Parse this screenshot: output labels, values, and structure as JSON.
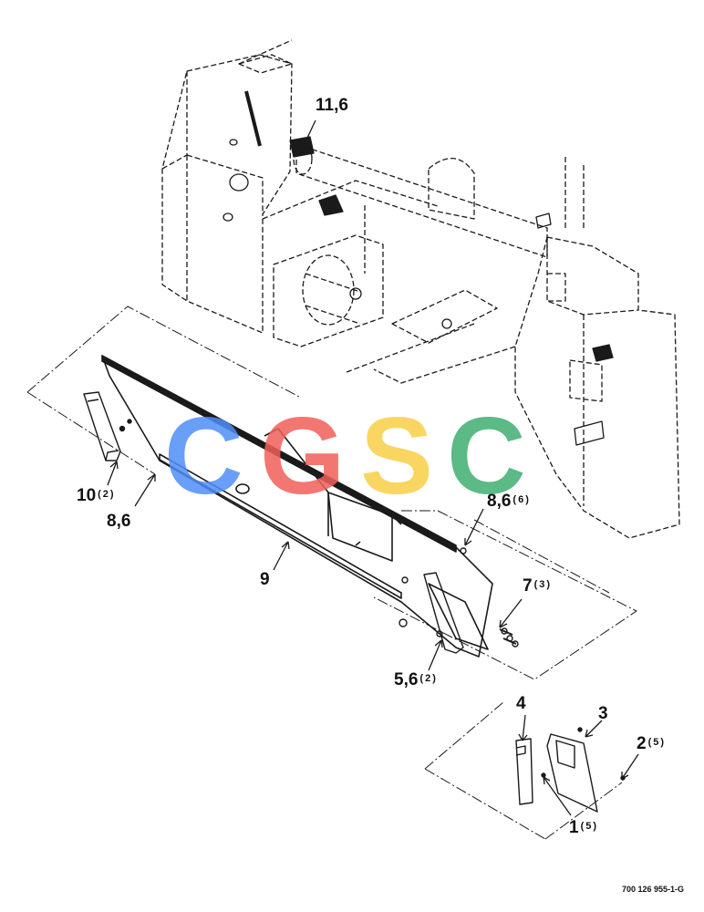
{
  "callouts": [
    {
      "id": "11-6",
      "part": "11,6",
      "qty": ""
    },
    {
      "id": "10",
      "part": "10",
      "qty": "(2)"
    },
    {
      "id": "8-6-left",
      "part": "8,6",
      "qty": ""
    },
    {
      "id": "8-6-right",
      "part": "8,6",
      "qty": "(6)"
    },
    {
      "id": "9",
      "part": "9",
      "qty": ""
    },
    {
      "id": "7",
      "part": "7",
      "qty": "(3)"
    },
    {
      "id": "5-6",
      "part": "5,6",
      "qty": "(2)"
    },
    {
      "id": "4",
      "part": "4",
      "qty": ""
    },
    {
      "id": "3",
      "part": "3",
      "qty": ""
    },
    {
      "id": "2",
      "part": "2",
      "qty": "(5)"
    },
    {
      "id": "1",
      "part": "1",
      "qty": "(5)"
    }
  ],
  "drawing_number": "700 126 955-1-G",
  "watermark": {
    "letters": [
      "C",
      "G",
      "S",
      "C"
    ],
    "colors": [
      "#4f8ff7",
      "#f0605a",
      "#f7cf46",
      "#3fae72"
    ]
  },
  "colors": {
    "line": "#1a1a1a",
    "background": "#ffffff"
  }
}
